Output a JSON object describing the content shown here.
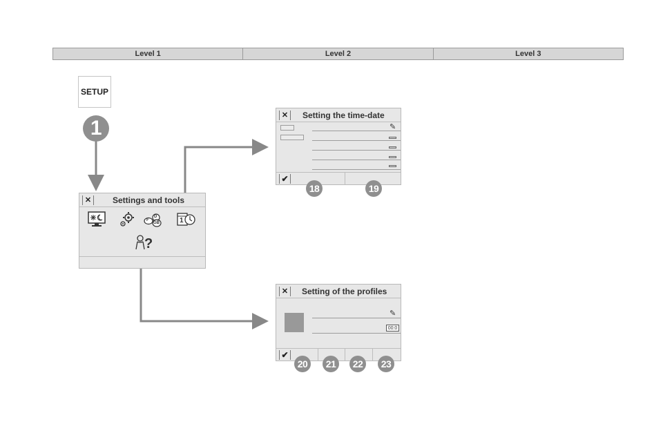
{
  "levels": [
    "Level 1",
    "Level 2",
    "Level 3"
  ],
  "setup_button": "SETUP",
  "step_1": "1",
  "panel_settings": {
    "title": "Settings and tools",
    "close_glyph": "✕",
    "help_glyph": "?",
    "icons": [
      "display-brightness-icon",
      "gears-icon",
      "language-flags-icon",
      "calendar-clock-icon",
      "help-person-icon"
    ],
    "language_letters": [
      "F",
      "D",
      "GB"
    ],
    "calendar_digit": "1"
  },
  "panel_time": {
    "title": "Setting the time-date",
    "close_glyph": "✕",
    "ok_glyph": "✔",
    "pencil_glyph": "✎",
    "steps": [
      "18",
      "19"
    ]
  },
  "panel_profiles": {
    "title": "Setting of the profiles",
    "close_glyph": "✕",
    "ok_glyph": "✔",
    "pencil_glyph": "✎",
    "counter": "00:0",
    "steps": [
      "20",
      "21",
      "22",
      "23"
    ]
  },
  "colors": {
    "arrow": "#888888",
    "panel": "#e7e7e7",
    "badge": "#8f8f8f",
    "header": "#d6d6d6"
  }
}
